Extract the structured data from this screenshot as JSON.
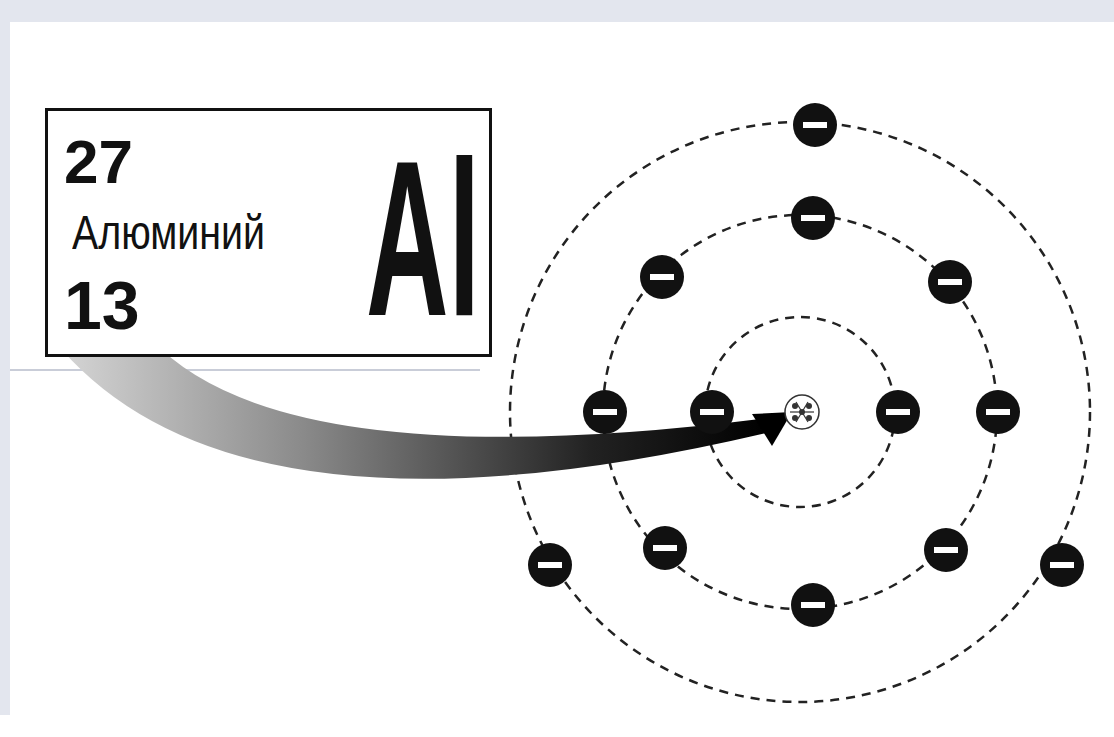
{
  "diagram": {
    "nodes": [
      {
        "text": [
          "27",
          "Алюминий",
          "13",
          "Al"
        ]
      }
    ]
  }
}
